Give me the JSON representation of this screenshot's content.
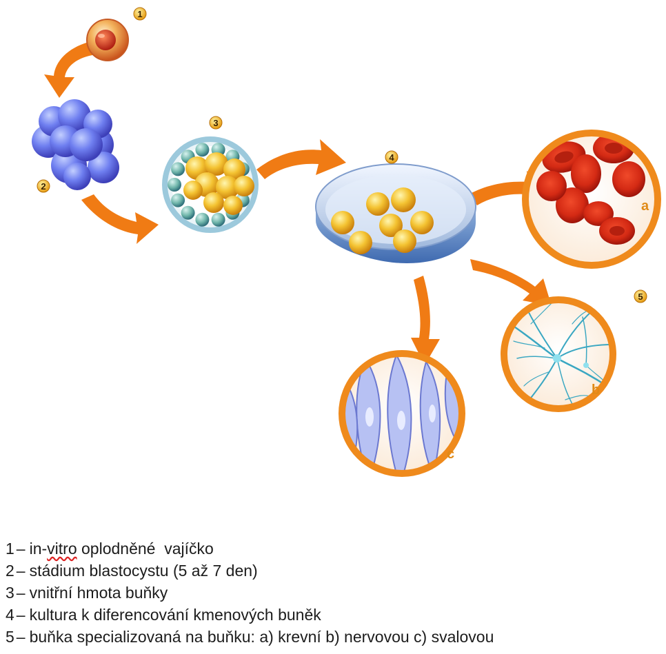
{
  "steps": [
    {
      "badge": "1"
    },
    {
      "badge": "2"
    },
    {
      "badge": "3"
    },
    {
      "badge": "4"
    },
    {
      "badge": "5"
    }
  ],
  "circle_labels": {
    "a": "a",
    "b": "b",
    "c": "c"
  },
  "legend": [
    {
      "num": "1",
      "pre": "in-",
      "spell": "vitro",
      "post": " oplodněné  vajíčko"
    },
    {
      "num": "2",
      "text": "stádium blastocystu (5 až 7 den)"
    },
    {
      "num": "3",
      "text": "vnitřní hmota buňky"
    },
    {
      "num": "4",
      "text": "kultura k diferencování kmenových buněk"
    },
    {
      "num": "5",
      "text": "buňka specializovaná na buňku: a) krevní b) nervovou c) svalovou"
    }
  ],
  "dash": "–",
  "colors": {
    "arrow": "#f07b14",
    "ring": "#ef8a1c",
    "badge": "#f5b21a"
  }
}
